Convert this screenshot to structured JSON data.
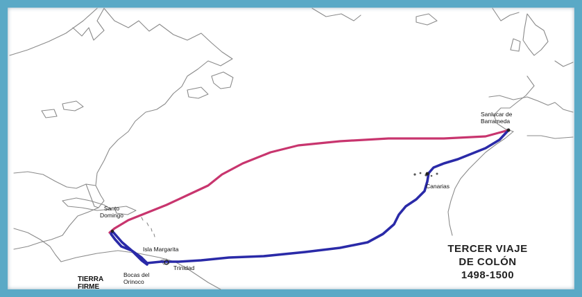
{
  "title": {
    "line1": "TERCER VIAJE",
    "line2": "DE COLÓN",
    "line3": "1498-1500"
  },
  "places": {
    "sanlucar_line1": "Sanlucar de",
    "sanlucar_line2": "Barrameda",
    "canarias": "Canarias",
    "santo_domingo_line1": "Santo",
    "santo_domingo_line2": "Domingo",
    "isla_margarita": "Isla Margarita",
    "trinidad": "Trinidad",
    "bocas_line1": "Bocas del",
    "bocas_line2": "Orinoco",
    "tierra_firme_line1": "TIERRA",
    "tierra_firme_line2": "FIRME"
  },
  "routes": {
    "return_color": "#c8356e",
    "outbound_color": "#2a2aa8"
  }
}
